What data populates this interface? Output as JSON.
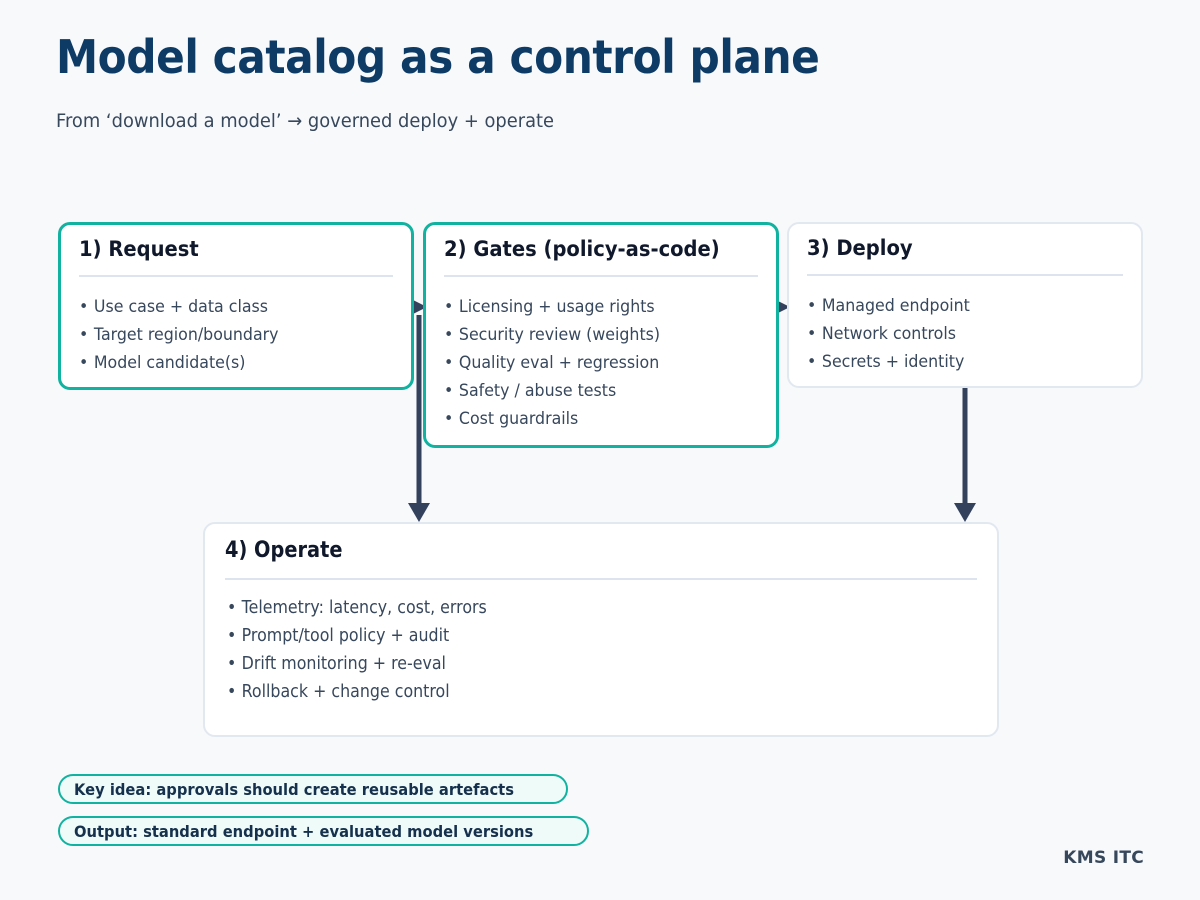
{
  "header": {
    "title": "Model catalog as a control plane",
    "subtitle": "From ‘download a model’ → governed deploy + operate"
  },
  "colors": {
    "background": "#f7f9fb",
    "title": "#0d3b66",
    "body_text": "#37475c",
    "accent_teal": "#12b2a0",
    "plain_border": "#e2e8f0",
    "arrow": "#33415c",
    "pill_fill": "#eefbf8",
    "heading_dark": "#10182b"
  },
  "stages": [
    {
      "id": "request",
      "title": "1) Request",
      "accent": true,
      "items": [
        "Use case + data class",
        "Target region/boundary",
        "Model candidate(s)"
      ]
    },
    {
      "id": "gates",
      "title": "2) Gates (policy-as-code)",
      "accent": true,
      "items": [
        "Licensing + usage rights",
        "Security review (weights)",
        "Quality eval + regression",
        "Safety / abuse tests",
        "Cost guardrails"
      ]
    },
    {
      "id": "deploy",
      "title": "3) Deploy",
      "accent": false,
      "items": [
        "Managed endpoint",
        "Network controls",
        "Secrets + identity"
      ]
    },
    {
      "id": "operate",
      "title": "4) Operate",
      "accent": false,
      "items": [
        "Telemetry: latency, cost, errors",
        "Prompt/tool policy + audit",
        "Drift monitoring + re-eval",
        "Rollback + change control"
      ]
    }
  ],
  "connectors": [
    {
      "name": "request-to-gates",
      "direction": "right"
    },
    {
      "name": "gates-to-deploy",
      "direction": "right"
    },
    {
      "name": "gates-to-operate",
      "direction": "down"
    },
    {
      "name": "deploy-to-operate",
      "direction": "down"
    }
  ],
  "callouts": [
    "Key idea: approvals should create reusable artefacts",
    "Output: standard endpoint + evaluated model versions"
  ],
  "footer": {
    "brand": "KMS ITC"
  },
  "bullet_glyph": "•"
}
